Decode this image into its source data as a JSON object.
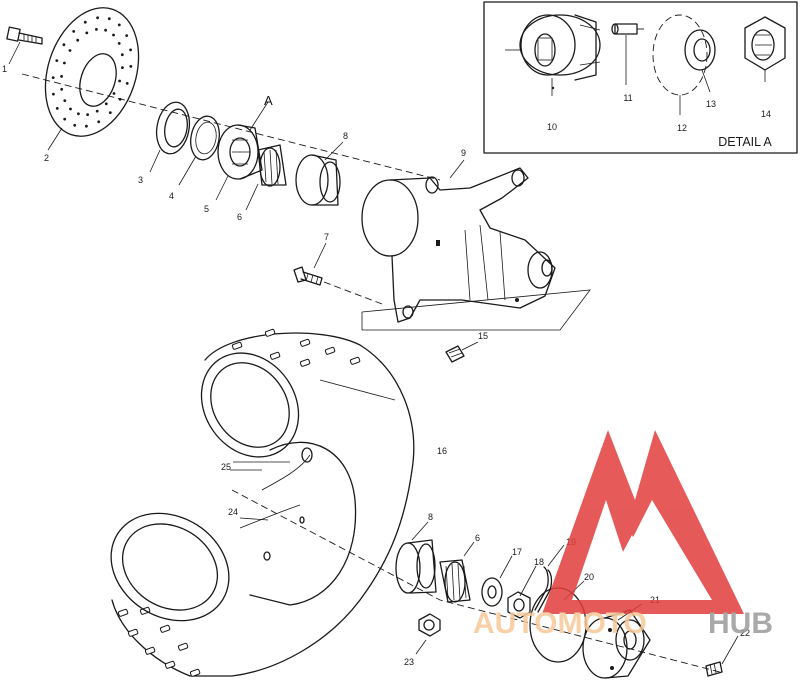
{
  "detail": {
    "title": "DETAIL A",
    "part_numbers": [
      "10",
      "11",
      "12",
      "13",
      "14"
    ]
  },
  "marker": "A",
  "callouts": {
    "n1": "1",
    "n2": "2",
    "n3": "3",
    "n4": "4",
    "n5a": "5",
    "n6a": "6",
    "n7": "7",
    "n8a": "8",
    "n9": "9",
    "n15": "15",
    "n16": "16",
    "n25": "25",
    "n24": "24",
    "n8b": "8",
    "n6b": "6",
    "n17": "17",
    "n18": "18",
    "n19": "19",
    "n20": "20",
    "n21": "21",
    "n22": "22",
    "n23": "23"
  },
  "watermark": {
    "part1": "AUTOMOTO",
    "part2": "HUB",
    "color1": "#f6c89a",
    "color2": "#9b9b9b",
    "logo_color": "#e23d3d"
  }
}
